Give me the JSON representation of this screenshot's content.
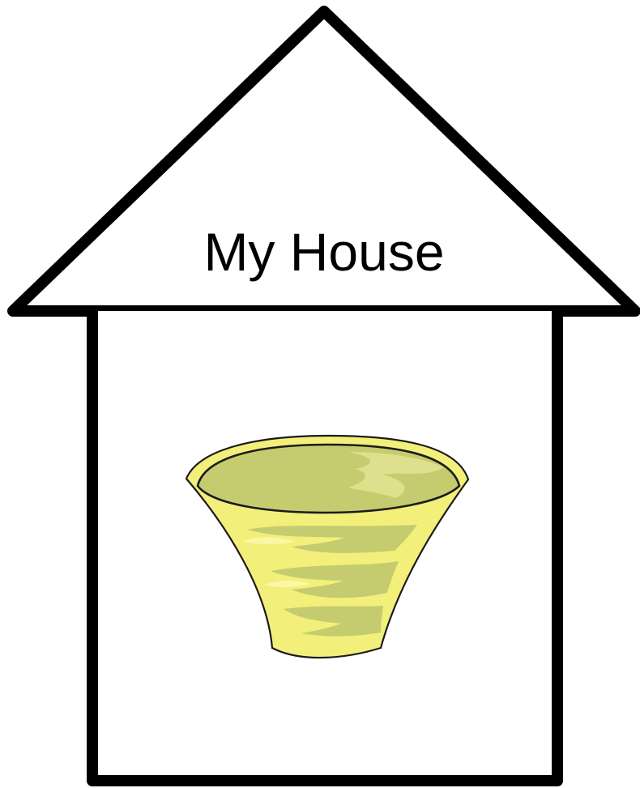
{
  "house": {
    "title": "My House"
  },
  "colors": {
    "outline": "#000000",
    "background": "#ffffff",
    "basket_inner": "#c5cc6f",
    "basket_outer": "#f2ef7a",
    "basket_highlight": "#fbf7a9"
  },
  "icons": {
    "roof": "triangle-roof",
    "walls": "house-body",
    "basket": "basket-icon"
  }
}
